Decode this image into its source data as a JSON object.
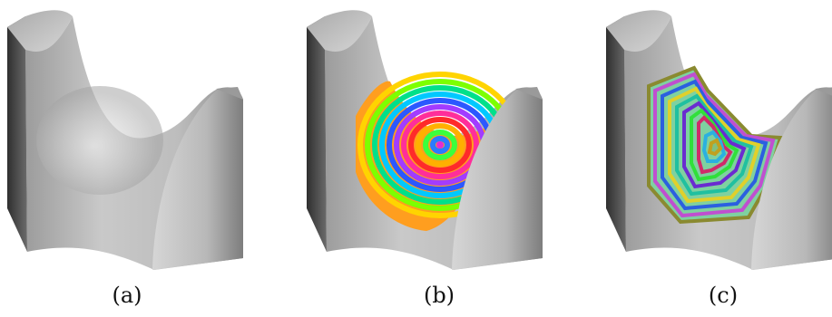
{
  "figure": {
    "panels": [
      {
        "caption": "(a)",
        "content": "shaded-surface"
      },
      {
        "caption": "(b)",
        "content": "surface-with-rainbow-contour-rings"
      },
      {
        "caption": "(c)",
        "content": "surface-with-segmented-polygon-rings"
      }
    ],
    "colors": {
      "surface_light": "#e6e6e6",
      "surface_mid": "#b5b5b5",
      "surface_dark": "#4a4a4a",
      "background": "#ffffff"
    }
  }
}
